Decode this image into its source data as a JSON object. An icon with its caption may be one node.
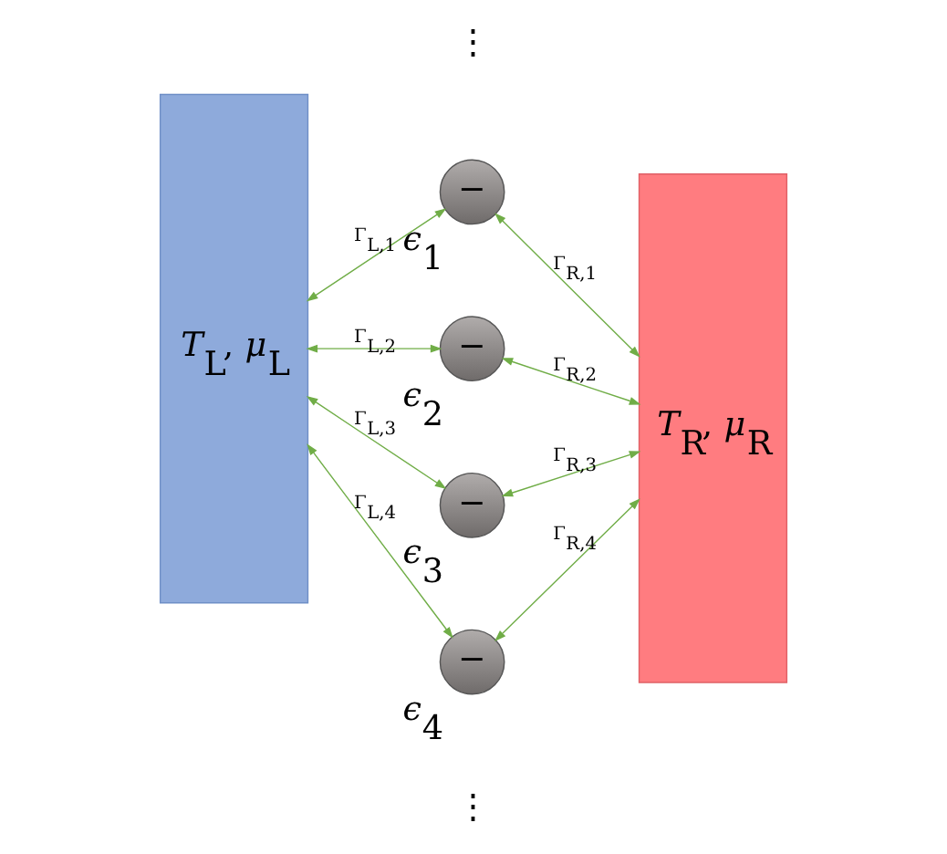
{
  "diagram": {
    "nodes": [
      {
        "text": [
          "*T*$_{L}$, *μ*$_{L}$"
        ]
      },
      {
        "text": [
          "−"
        ],
        "beside": [
          "*ϵ*$_{1}$"
        ]
      },
      {
        "text": [
          "−"
        ],
        "beside": [
          "*ϵ*$_{2}$"
        ]
      },
      {
        "text": [
          "−"
        ],
        "beside": [
          "*ϵ*$_{3}$"
        ]
      },
      {
        "text": [
          "−"
        ],
        "beside": [
          "*ϵ*$_{4}$"
        ]
      },
      {
        "text": [
          "*T*$_{R}$, *μ*$_{R}$"
        ]
      }
    ],
    "edges": [
      {
        "from": 0,
        "to": 1,
        "arrow": "both",
        "label": "Γ$_{L,1}$"
      },
      {
        "from": 1,
        "to": 5,
        "arrow": "both",
        "label": "Γ$_{R,1}$"
      },
      {
        "from": 0,
        "to": 2,
        "arrow": "both",
        "label": "Γ$_{L,2}$"
      },
      {
        "from": 2,
        "to": 5,
        "arrow": "both",
        "label": "Γ$_{R,2}$"
      },
      {
        "from": 0,
        "to": 3,
        "arrow": "both",
        "label": "Γ$_{L,3}$"
      },
      {
        "from": 3,
        "to": 5,
        "arrow": "both",
        "label": "Γ$_{R,3}$"
      },
      {
        "from": 0,
        "to": 4,
        "arrow": "both",
        "label": "Γ$_{L,4}$"
      },
      {
        "from": 4,
        "to": 5,
        "arrow": "both",
        "label": "Γ$_{R,4}$"
      }
    ],
    "labels": [
      "⋮",
      "⋮"
    ]
  }
}
